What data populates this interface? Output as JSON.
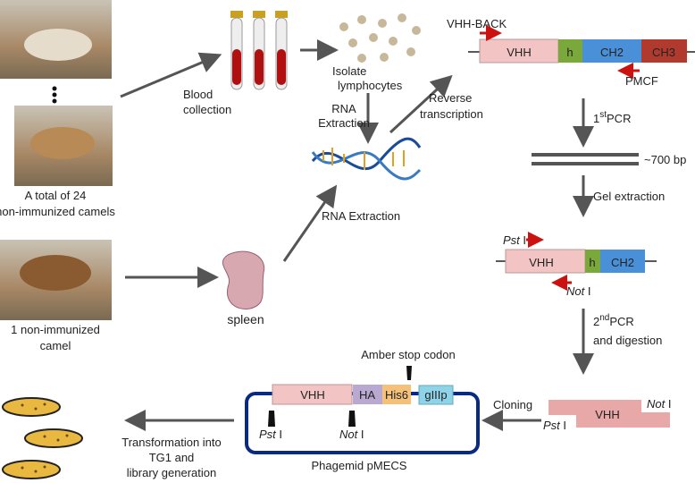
{
  "sources": {
    "camels_label": [
      "A total of 24",
      "non-immunized camels"
    ],
    "single_camel_label": [
      "1 non-immunized",
      "camel"
    ],
    "spleen_label": "spleen"
  },
  "steps": {
    "blood": [
      "Blood",
      "collection"
    ],
    "isolate": [
      "Isolate",
      "lymphocytes"
    ],
    "rna_extraction_1": [
      "RNA",
      "Extraction"
    ],
    "rna_extraction_2": "RNA Extraction",
    "reverse": [
      "Reverse",
      "transcription"
    ],
    "pcr1": {
      "num": "1",
      "sup": "st",
      "text": "PCR"
    },
    "band": "~700 bp",
    "gel": "Gel extraction",
    "pcr2": {
      "num": "2",
      "sup": "nd",
      "text": "PCR",
      "line2": "and digestion"
    },
    "cloning": "Cloning",
    "transformation": [
      "Transformation into",
      "TG1 and",
      "library generation"
    ]
  },
  "construct1": {
    "primer_fwd": "VHH-BACK",
    "primer_rev": "PMCF",
    "segments": [
      "VHH",
      "h",
      "CH2",
      "CH3"
    ]
  },
  "construct2": {
    "segments": [
      "VHH",
      "h",
      "CH2"
    ],
    "site1": {
      "name": "Pst",
      "suffix": " I"
    },
    "site2": {
      "name": "Not",
      "suffix": " I"
    }
  },
  "fragment": {
    "label": "VHH",
    "site1": {
      "name": "Pst",
      "suffix": " I"
    },
    "site2": {
      "name": "Not",
      "suffix": " I"
    }
  },
  "phagemid": {
    "name": "Phagemid pMECS",
    "segments": [
      "VHH",
      "HA",
      "His6",
      "gIIIp"
    ],
    "amber": "Amber stop codon",
    "site1": {
      "name": "Pst",
      "suffix": " I"
    },
    "site2": {
      "name": "Not",
      "suffix": " I"
    }
  },
  "colors": {
    "vhh": "#f2c4c4",
    "hinge": "#7aa83a",
    "ch2": "#4a90d9",
    "ch3": "#b03a2e",
    "ha": "#b9a8d0",
    "his6": "#f4c07a",
    "g3p": "#8fd3e8",
    "plasmid": "#0a2a80",
    "primer": "#cc1111",
    "arrow": "#555555"
  }
}
